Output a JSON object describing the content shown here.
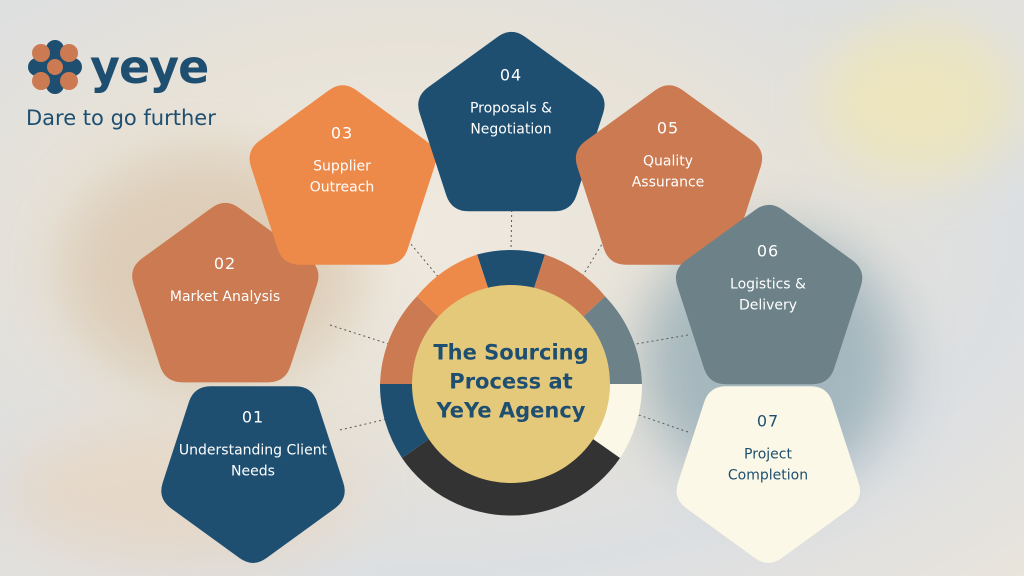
{
  "brand": {
    "logo_text": "yeye",
    "tagline": "Dare to go further"
  },
  "center": {
    "title": "The Sourcing Process at YeYe Agency"
  },
  "colors": {
    "navy": "#1e4f71",
    "orange": "#ee8a49",
    "terracotta": "#cc7a51",
    "slate": "#6c8288",
    "cream": "#fbf8e7",
    "gold": "#e5c97a",
    "charcoal": "#333333"
  },
  "steps": [
    {
      "number": "01",
      "label": "Understanding Client Needs"
    },
    {
      "number": "02",
      "label": "Market Analysis"
    },
    {
      "number": "03",
      "label": "Supplier Outreach"
    },
    {
      "number": "04",
      "label": "Proposals & Negotiation"
    },
    {
      "number": "05",
      "label": "Quality Assurance"
    },
    {
      "number": "06",
      "label": "Logistics & Delivery"
    },
    {
      "number": "07",
      "label": "Project Completion"
    }
  ]
}
